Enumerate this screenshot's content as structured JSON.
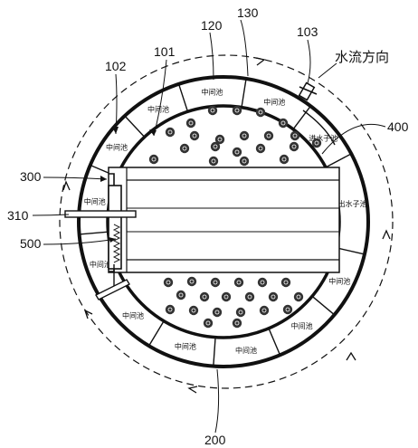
{
  "labels": {
    "l130": "130",
    "l120": "120",
    "l103": "103",
    "flow": "水流方向",
    "l101": "101",
    "l102": "102",
    "l400": "400",
    "l300": "300",
    "l310": "310",
    "l500": "500",
    "l200": "200"
  },
  "cells": {
    "mid": "中间池",
    "inlet": "进水子池",
    "outlet": "出水子池"
  },
  "colors": {
    "ink": "#111111",
    "dot": "#333333"
  }
}
